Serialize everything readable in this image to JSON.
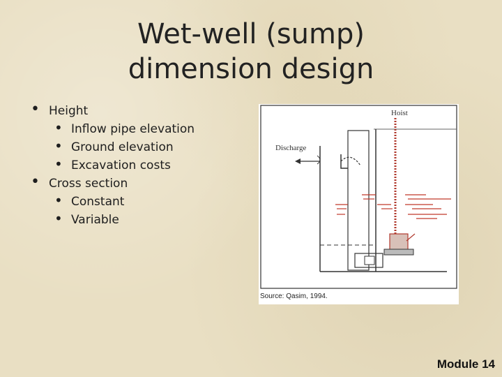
{
  "title": {
    "line1": "Wet-well (sump)",
    "line2": "dimension design"
  },
  "bullets": {
    "height": "Height",
    "inflow": "Inflow pipe elevation",
    "ground": "Ground elevation",
    "excavation": "Excavation costs",
    "cross_section": "Cross section",
    "constant": "Constant",
    "variable": "Variable"
  },
  "figure": {
    "hoist_label": "Hoist",
    "discharge_label": "Discharge",
    "source": "Source: Qasim, 1994.",
    "water_color": "#c0392b",
    "chain_color": "#b03a2e"
  },
  "footer": {
    "module": "Module 14"
  }
}
